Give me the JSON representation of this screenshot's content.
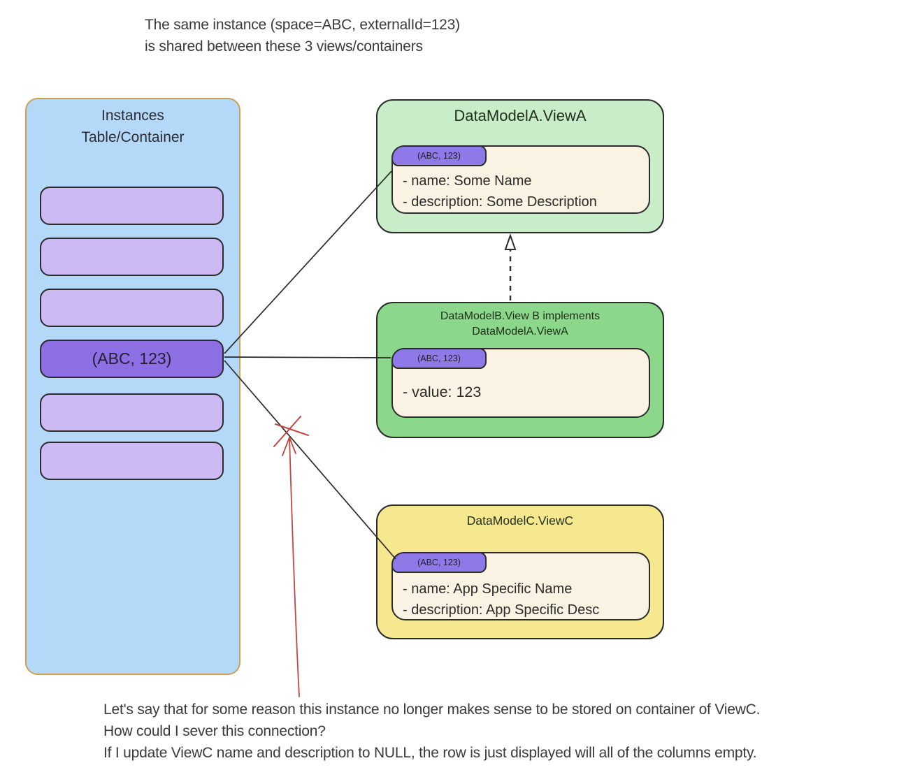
{
  "top_note": {
    "lines": [
      "The same instance (space=ABC, externalId=123)",
      "is shared between these 3 views/containers"
    ]
  },
  "instances": {
    "title_lines": [
      "Instances",
      "Table/Container"
    ],
    "rows": [
      {
        "label": "",
        "highlighted": false
      },
      {
        "label": "",
        "highlighted": false
      },
      {
        "label": "",
        "highlighted": false
      },
      {
        "label": "(ABC, 123)",
        "highlighted": true
      },
      {
        "label": "",
        "highlighted": false
      },
      {
        "label": "",
        "highlighted": false
      }
    ]
  },
  "views": {
    "viewA": {
      "title": "DataModelA.ViewA",
      "badge": "(ABC, 123)",
      "fields": [
        "- name: Some Name",
        "- description: Some Description"
      ]
    },
    "viewB": {
      "title_lines": [
        "DataModelB.View B implements",
        "DataModelA.ViewA"
      ],
      "badge": "(ABC, 123)",
      "fields": [
        "- value: 123"
      ]
    },
    "viewC": {
      "title": "DataModelC.ViewC",
      "badge": "(ABC, 123)",
      "fields": [
        "- name: App Specific Name",
        "- description: App Specific Desc"
      ]
    }
  },
  "bottom_note": {
    "lines": [
      "Let's say that for some reason this instance no longer makes sense to be stored on container of ViewC.",
      "How could I sever this connection?",
      "If I update ViewC name and description to NULL, the row is just displayed will all of the columns empty."
    ]
  },
  "colors": {
    "panel_fill": "#b4d9f8",
    "panel_border": "#d0a052",
    "row_fill": "#cdbaf4",
    "row_highlight_fill": "#8d6fe3",
    "badge_fill": "#8f79e8",
    "view_a_fill": "#c9edc9",
    "view_b_fill": "#8bd88a",
    "view_c_fill": "#f5e88f",
    "inner_fill": "#faf2e3",
    "connector_line": "#2b2b2b",
    "annotation_red": "#bf4742"
  }
}
